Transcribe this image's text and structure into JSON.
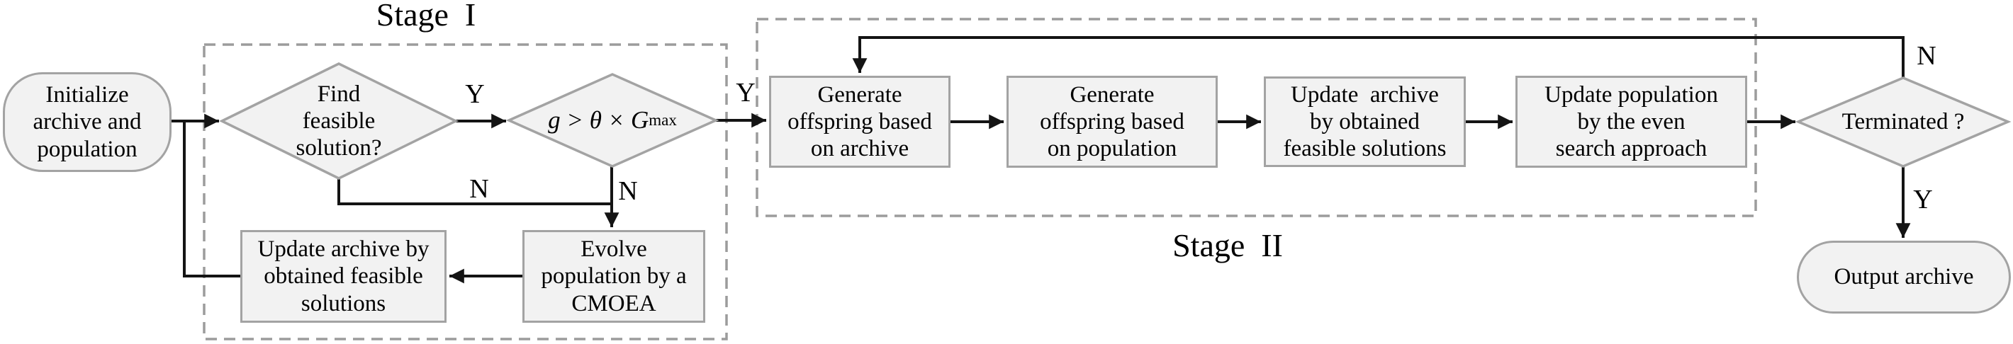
{
  "diagram": {
    "stage1_label": "Stage  I",
    "stage2_label": "Stage  II",
    "nodes": {
      "start": "Initialize\narchive and\npopulation",
      "find_feasible": "Find\nfeasible\nsolution?",
      "generation_check_main": "g > θ × G",
      "generation_check_sub": "max",
      "update_archive_stage1": "Update archive by\nobtained feasible\nsolutions",
      "evolve_population": "Evolve\npopulation by a\nCMOEA",
      "generate_offspring_archive": "Generate\noffspring based\non archive",
      "generate_offspring_population": "Generate\noffspring based\non population",
      "update_archive_stage2": "Update  archive\nby obtained\nfeasible solutions",
      "update_population": "Update population\nby the even\nsearch approach",
      "terminated": "Terminated ?",
      "output": "Output archive"
    },
    "edge_labels": {
      "find_yes": "Y",
      "find_no": "N",
      "check_yes": "Y",
      "check_no": "N",
      "terminated_no": "N",
      "terminated_yes": "Y"
    },
    "colors": {
      "node_fill": "#f2f2f2",
      "node_border": "#a3a3a3",
      "dashed_border": "#9c9c9c",
      "line": "#141414",
      "text": "#000000",
      "background": "#ffffff"
    }
  }
}
